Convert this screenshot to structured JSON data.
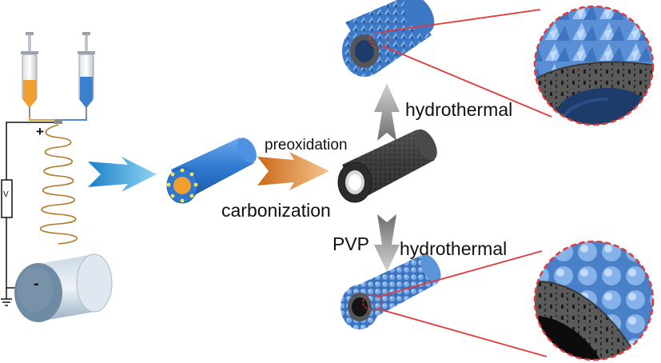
{
  "labels": {
    "preoxidation": "preoxidation",
    "carbonization": "carbonization",
    "hydrothermal_top": "hydrothermal",
    "pvp": "PVP",
    "hydrothermal_bottom": "hydrothermal"
  },
  "electrospinning": {
    "voltage_symbol": "V",
    "plus_sign": "+",
    "minus_sign": "-"
  },
  "icons": [
    "syringe-icon",
    "spring-coil-icon",
    "collector-drum-icon",
    "arrow-icon",
    "fiber-icon",
    "magnifier-circle-icon"
  ],
  "colors": {
    "orange_solution": "#f0a030",
    "blue_solution": "#3a7fd0",
    "coil": "#b07a28",
    "drum": "#6f8ba3",
    "fiber_blue": "#3d86dc",
    "carbon_fiber": "#3c3c3c",
    "nanosheet_blue": "#5b95d8",
    "zoom_outline": "#e03a3a",
    "arrow_blue": "#3aa8e0",
    "arrow_orange": "#e08a30",
    "arrow_grey": "#a0a0a0"
  }
}
